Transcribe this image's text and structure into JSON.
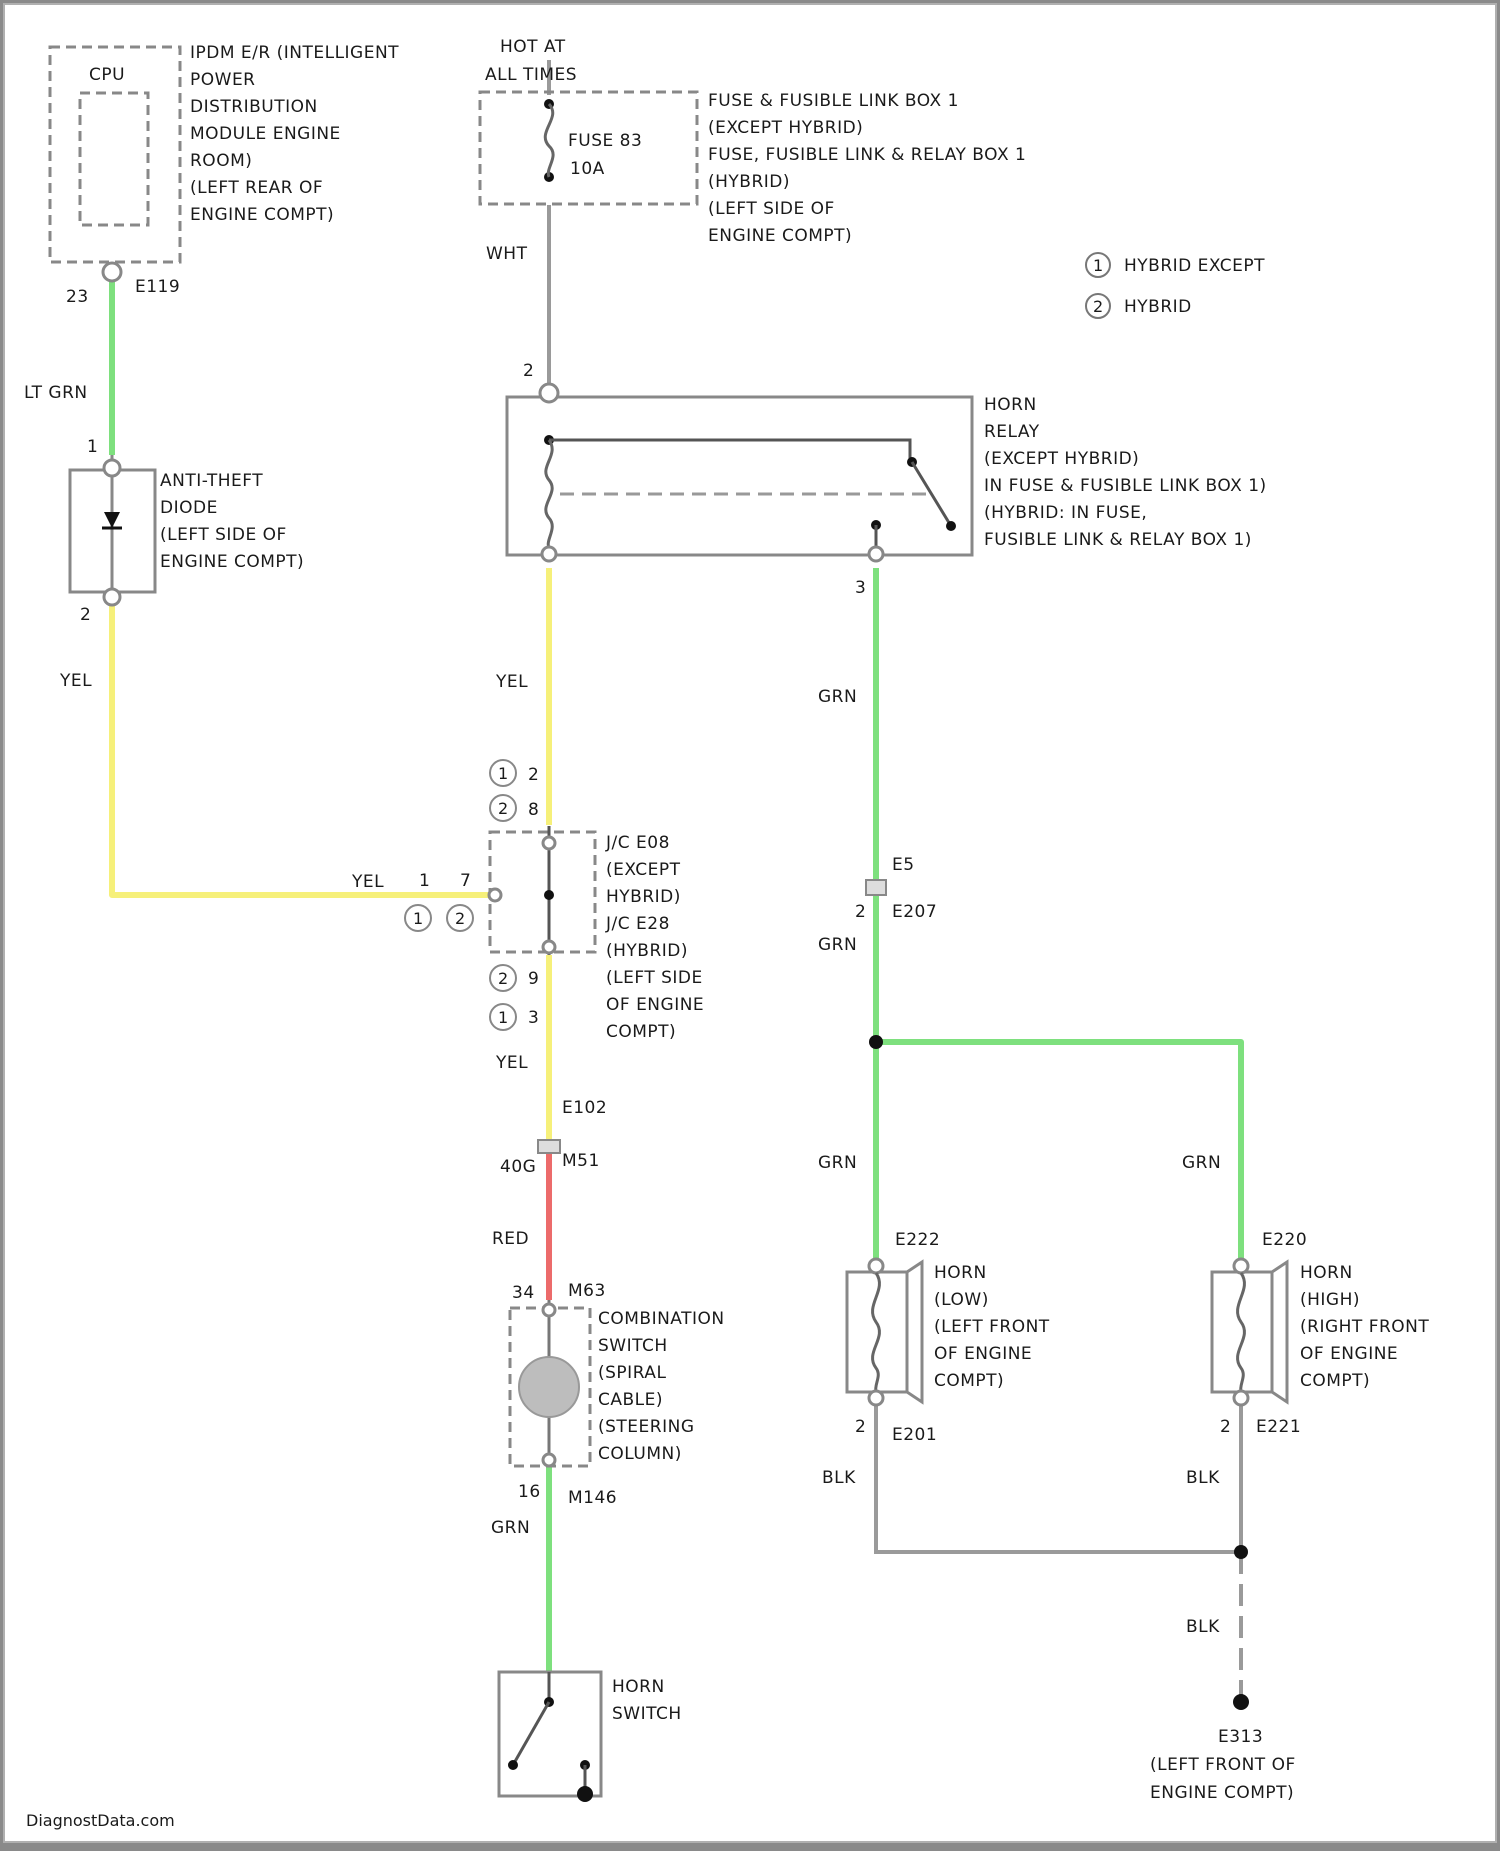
{
  "colors": {
    "green": "#7ee07e",
    "yellow": "#f6f07a",
    "red": "#ec6b6b",
    "gray": "#9a9a9a",
    "black": "#111111"
  },
  "ipdm": {
    "label": "CPU",
    "lines": [
      "IPDM E/R (INTELLIGENT",
      "POWER",
      "DISTRIBUTION",
      "MODULE ENGINE",
      "ROOM)",
      "(LEFT REAR OF",
      "ENGINE COMPT)"
    ],
    "pin": "23",
    "conn": "E119"
  },
  "wire_ltgrn": "LT GRN",
  "hot": {
    "lines": [
      "HOT AT",
      "ALL TIMES"
    ]
  },
  "fuse": {
    "lines": [
      "FUSE 83",
      "10A"
    ],
    "box_lines": [
      "FUSE & FUSIBLE LINK BOX 1",
      "(EXCEPT HYBRID)",
      "FUSE, FUSIBLE LINK & RELAY BOX 1",
      "(HYBRID)",
      "(LEFT SIDE OF",
      "ENGINE COMPT)"
    ]
  },
  "wire_wht": "WHT",
  "legend": [
    {
      "num": "1",
      "text": "HYBRID EXCEPT"
    },
    {
      "num": "2",
      "text": "HYBRID"
    }
  ],
  "relay": {
    "lines": [
      "HORN",
      "RELAY",
      "(EXCEPT HYBRID)",
      "IN FUSE & FUSIBLE LINK BOX 1)",
      "(HYBRID: IN FUSE,",
      "FUSIBLE LINK & RELAY BOX 1)"
    ],
    "pin_top": "2",
    "pin_right": "3"
  },
  "diode": {
    "lines": [
      "ANTI-THEFT",
      "DIODE",
      "(LEFT SIDE OF",
      "ENGINE COMPT)"
    ],
    "pin_top": "1",
    "pin_bottom": "2"
  },
  "wire_yel": "YEL",
  "wire_grn": "GRN",
  "jc": {
    "lines": [
      "J/C E08",
      "(EXCEPT",
      "HYBRID)",
      "J/C E28",
      "(HYBRID)",
      "(LEFT SIDE",
      "OF ENGINE",
      "COMPT)"
    ],
    "pin_a": "2",
    "pin_b": "8",
    "pin_c": "1",
    "pin_d": "7",
    "pin_e": "9",
    "pin_f": "3"
  },
  "e5": {
    "top": "E5",
    "pin": "2",
    "conn": "E207"
  },
  "e102": "E102",
  "m1": {
    "pin": "40G",
    "conn": "M51"
  },
  "wire_red": "RED",
  "combo": {
    "pin": "34",
    "conn": "M63",
    "lines": [
      "COMBINATION",
      "SWITCH",
      "(SPIRAL",
      "CABLE)",
      "(STEERING",
      "COLUMN)"
    ],
    "pin_bottom": "16",
    "conn_bottom": "M146"
  },
  "horn_low": {
    "conn": "E222",
    "lines": [
      "HORN",
      "(LOW)",
      "(LEFT FRONT",
      "OF ENGINE",
      "COMPT)"
    ],
    "pin": "2",
    "conn_b": "E201"
  },
  "horn_high": {
    "conn": "E220",
    "lines": [
      "HORN",
      "(HIGH)",
      "(RIGHT FRONT",
      "OF ENGINE",
      "COMPT)"
    ],
    "pin": "2",
    "conn_b": "E221"
  },
  "wire_blk": "BLK",
  "ground": {
    "lines": [
      "E313",
      "(LEFT FRONT OF",
      "ENGINE COMPT)"
    ]
  },
  "horn_switch": {
    "lines": [
      "HORN",
      "SWITCH"
    ]
  },
  "watermark": "DiagnostData.com"
}
